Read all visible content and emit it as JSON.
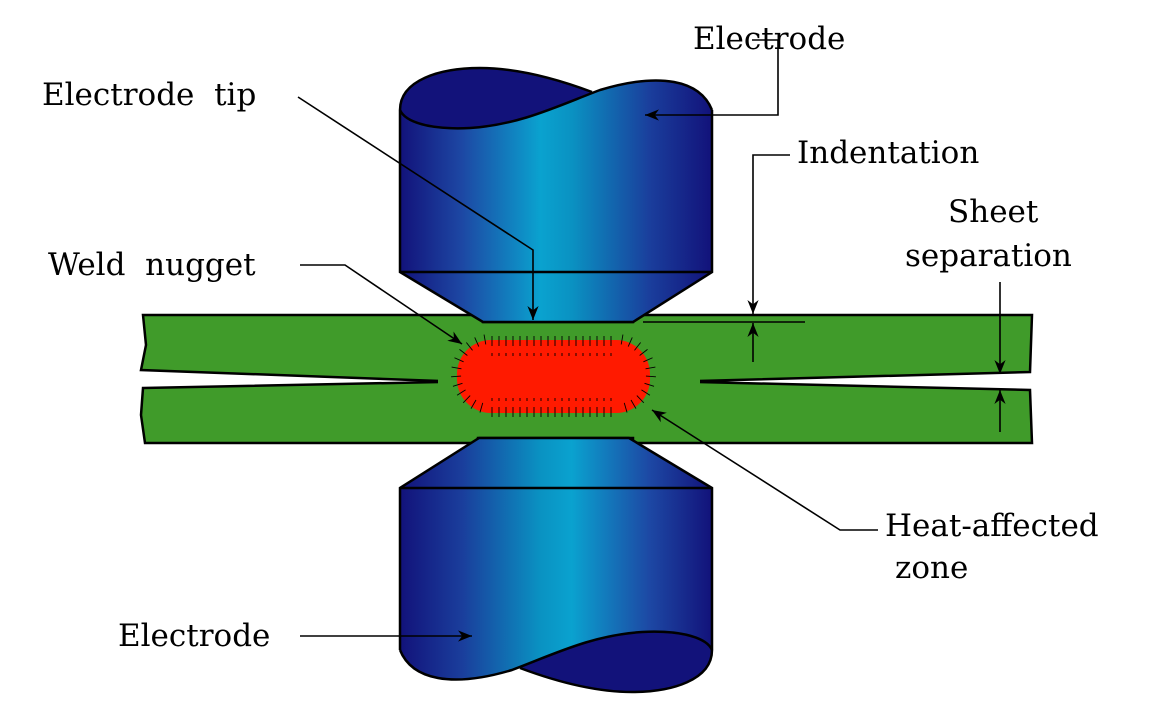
{
  "labels": {
    "electrode_top": "Electrode",
    "electrode_tip": "Electrode  tip",
    "indentation": "Indentation",
    "sheet_separation_line1": "Sheet",
    "sheet_separation_line2": "separation",
    "weld_nugget": "Weld  nugget",
    "heat_affected_zone_line1": "Heat-affected",
    "heat_affected_zone_line2": "zone",
    "electrode_bottom": "Electrode"
  },
  "colors": {
    "sheet": "#409b2a",
    "nugget": "#ff1a00",
    "electrode_dark": "#12127a",
    "electrode_light": "#0aa0cc"
  }
}
